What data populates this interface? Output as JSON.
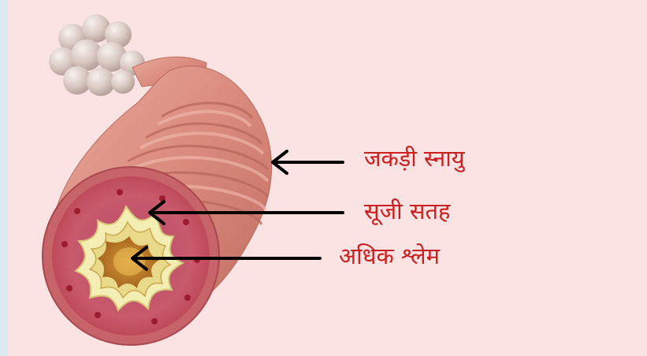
{
  "labels": {
    "tight_muscle": "जकड़ी स्नायु",
    "swollen_surface": "सूजी सतह",
    "excess_mucus": "अधिक श्लेम"
  },
  "colors": {
    "label_text": "#cc1f1f",
    "background": "#fbe3e3",
    "arrow": "#000000"
  }
}
